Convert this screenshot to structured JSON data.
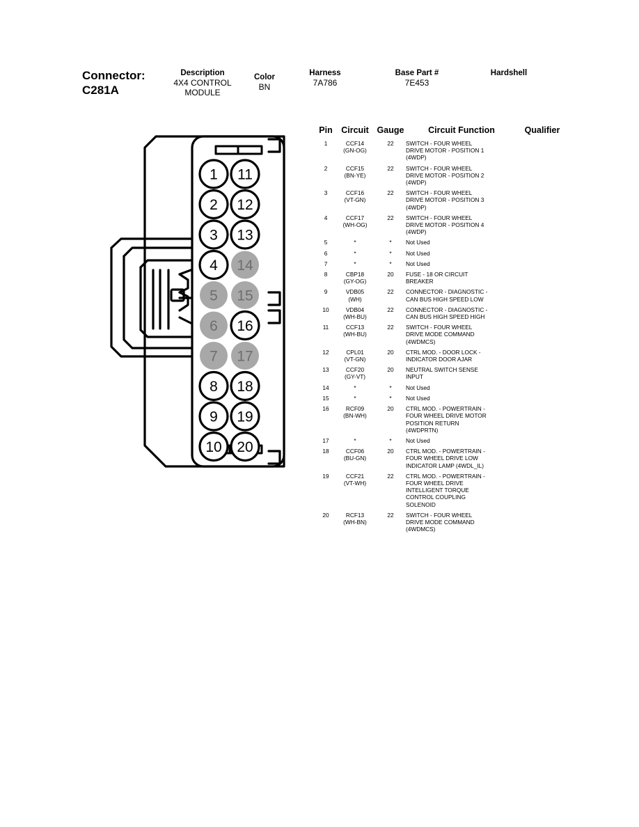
{
  "header": {
    "connector_label": "Connector:",
    "connector_id": "C281A",
    "description_label": "Description",
    "description_value_line1": "4X4 CONTROL",
    "description_value_line2": "MODULE",
    "color_label": "Color",
    "color_value": "BN",
    "harness_label": "Harness",
    "harness_value": "7A786",
    "base_part_label": "Base Part #",
    "base_part_value": "7E453",
    "hardshell_label": "Hardshell",
    "hardshell_value": ""
  },
  "connector_drawing": {
    "unused_pin_fill": "#a8a8a8",
    "unused_pin_text": "#6e6e6e",
    "used_pin_fill": "#ffffff",
    "stroke": "#000000",
    "left_column_pins": [
      "1",
      "2",
      "3",
      "4",
      "5",
      "6",
      "7",
      "8",
      "9",
      "10"
    ],
    "right_column_pins": [
      "11",
      "12",
      "13",
      "14",
      "15",
      "16",
      "17",
      "18",
      "19",
      "20"
    ],
    "unused_pins": [
      "5",
      "6",
      "7",
      "14",
      "15",
      "17"
    ]
  },
  "table": {
    "headers": {
      "pin": "Pin",
      "circuit": "Circuit",
      "gauge": "Gauge",
      "function": "Circuit Function",
      "qualifier": "Qualifier"
    },
    "rows": [
      {
        "pin": "1",
        "circuit": "CCF14",
        "color": "(GN-OG)",
        "gauge": "22",
        "function": [
          "SWITCH - FOUR WHEEL",
          "DRIVE MOTOR - POSITION 1",
          "(4WDP)"
        ],
        "qualifier": ""
      },
      {
        "pin": "2",
        "circuit": "CCF15",
        "color": "(BN-YE)",
        "gauge": "22",
        "function": [
          "SWITCH - FOUR WHEEL",
          "DRIVE MOTOR - POSITION 2",
          "(4WDP)"
        ],
        "qualifier": ""
      },
      {
        "pin": "3",
        "circuit": "CCF16",
        "color": "(VT-GN)",
        "gauge": "22",
        "function": [
          "SWITCH - FOUR WHEEL",
          "DRIVE MOTOR - POSITION 3",
          "(4WDP)"
        ],
        "qualifier": ""
      },
      {
        "pin": "4",
        "circuit": "CCF17",
        "color": "(WH-OG)",
        "gauge": "22",
        "function": [
          "SWITCH - FOUR WHEEL",
          "DRIVE MOTOR - POSITION 4",
          "(4WDP)"
        ],
        "qualifier": ""
      },
      {
        "pin": "5",
        "circuit": "*",
        "color": "",
        "gauge": "*",
        "function": [
          "Not Used"
        ],
        "qualifier": ""
      },
      {
        "pin": "6",
        "circuit": "*",
        "color": "",
        "gauge": "*",
        "function": [
          "Not Used"
        ],
        "qualifier": ""
      },
      {
        "pin": "7",
        "circuit": "*",
        "color": "",
        "gauge": "*",
        "function": [
          "Not Used"
        ],
        "qualifier": ""
      },
      {
        "pin": "8",
        "circuit": "CBP18",
        "color": "(GY-OG)",
        "gauge": "20",
        "function": [
          "FUSE - 18 OR CIRCUIT",
          "BREAKER"
        ],
        "qualifier": ""
      },
      {
        "pin": "9",
        "circuit": "VDB05",
        "color": "(WH)",
        "gauge": "22",
        "function": [
          "CONNECTOR - DIAGNOSTIC -",
          "CAN BUS HIGH SPEED LOW"
        ],
        "qualifier": ""
      },
      {
        "pin": "10",
        "circuit": "VDB04",
        "color": "(WH-BU)",
        "gauge": "22",
        "function": [
          "CONNECTOR - DIAGNOSTIC -",
          "CAN BUS HIGH SPEED HIGH"
        ],
        "qualifier": ""
      },
      {
        "pin": "11",
        "circuit": "CCF13",
        "color": "(WH-BU)",
        "gauge": "22",
        "function": [
          "SWITCH - FOUR WHEEL",
          "DRIVE MODE COMMAND",
          "(4WDMCS)"
        ],
        "qualifier": ""
      },
      {
        "pin": "12",
        "circuit": "CPL01",
        "color": "(VT-GN)",
        "gauge": "20",
        "function": [
          "CTRL MOD. - DOOR LOCK -",
          "INDICATOR DOOR AJAR"
        ],
        "qualifier": ""
      },
      {
        "pin": "13",
        "circuit": "CCF20",
        "color": "(GY-VT)",
        "gauge": "20",
        "function": [
          "NEUTRAL SWITCH SENSE",
          "INPUT"
        ],
        "qualifier": ""
      },
      {
        "pin": "14",
        "circuit": "*",
        "color": "",
        "gauge": "*",
        "function": [
          "Not Used"
        ],
        "qualifier": ""
      },
      {
        "pin": "15",
        "circuit": "*",
        "color": "",
        "gauge": "*",
        "function": [
          "Not Used"
        ],
        "qualifier": ""
      },
      {
        "pin": "16",
        "circuit": "RCF09",
        "color": "(BN-WH)",
        "gauge": "20",
        "function": [
          "CTRL MOD. - POWERTRAIN -",
          "FOUR WHEEL DRIVE MOTOR",
          "POSITION RETURN",
          "(4WDPRTN)"
        ],
        "qualifier": ""
      },
      {
        "pin": "17",
        "circuit": "*",
        "color": "",
        "gauge": "*",
        "function": [
          "Not Used"
        ],
        "qualifier": ""
      },
      {
        "pin": "18",
        "circuit": "CCF06",
        "color": "(BU-GN)",
        "gauge": "20",
        "function": [
          "CTRL MOD. - POWERTRAIN -",
          "FOUR WHEEL DRIVE LOW",
          "INDICATOR LAMP (4WDL_IL)"
        ],
        "qualifier": ""
      },
      {
        "pin": "19",
        "circuit": "CCF21",
        "color": "(VT-WH)",
        "gauge": "22",
        "function": [
          "CTRL MOD. - POWERTRAIN -",
          "FOUR WHEEL DRIVE",
          "INTELLIGENT TORQUE",
          "CONTROL COUPLING",
          "SOLENOID"
        ],
        "qualifier": ""
      },
      {
        "pin": "20",
        "circuit": "RCF13",
        "color": "(WH-BN)",
        "gauge": "22",
        "function": [
          "SWITCH - FOUR WHEEL",
          "DRIVE MODE COMMAND",
          "(4WDMCS)"
        ],
        "qualifier": ""
      }
    ]
  }
}
